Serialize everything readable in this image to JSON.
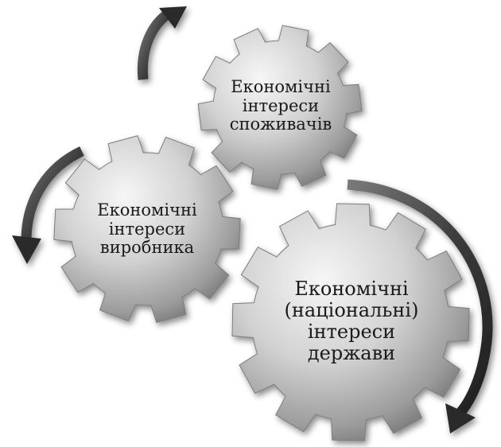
{
  "gears": {
    "consumers": {
      "lines": [
        "Економічні",
        "інтереси",
        "споживачів"
      ]
    },
    "producer": {
      "lines": [
        "Економічні",
        "інтереси",
        "виробника"
      ]
    },
    "state": {
      "lines": [
        "Економічні",
        "(національні)",
        "інтереси",
        "держави"
      ]
    }
  },
  "colors": {
    "gear_light": "#f4f4f4",
    "gear_mid": "#b9b9b9",
    "gear_dark": "#5a5a5a",
    "arrow_light": "#7a7a7a",
    "arrow_dark": "#262626",
    "text": "#1a1a1a"
  }
}
